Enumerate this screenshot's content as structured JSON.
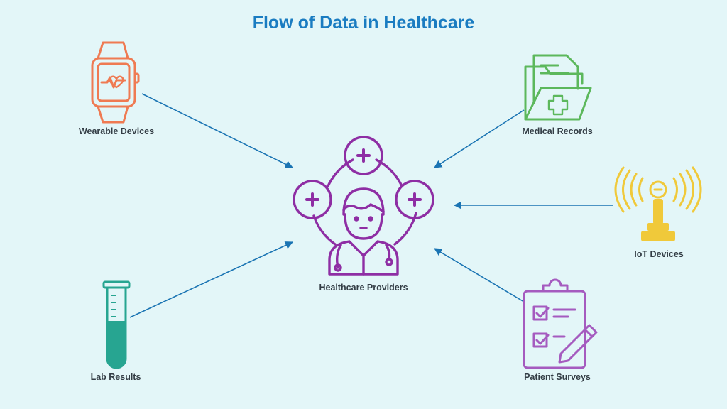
{
  "title": "Flow of Data in Healthcare",
  "colors": {
    "background": "#e3f6f8",
    "title": "#1a7cc1",
    "arrow": "#1a74b3",
    "wearable": "#ef7a52",
    "records": "#5cb85c",
    "iot": "#f0c93a",
    "lab": "#27a591",
    "surveys": "#a55bbf",
    "providers": "#8e2ea4"
  },
  "nodes": {
    "center": {
      "label": "Healthcare Providers",
      "icon": "doctor-icon"
    },
    "wearable": {
      "label": "Wearable Devices",
      "icon": "smartwatch-icon"
    },
    "records": {
      "label": "Medical Records",
      "icon": "medical-folder-icon"
    },
    "iot": {
      "label": "IoT Devices",
      "icon": "antenna-icon"
    },
    "lab": {
      "label": "Lab Results",
      "icon": "test-tube-icon"
    },
    "surveys": {
      "label": "Patient Surveys",
      "icon": "clipboard-icon"
    }
  }
}
